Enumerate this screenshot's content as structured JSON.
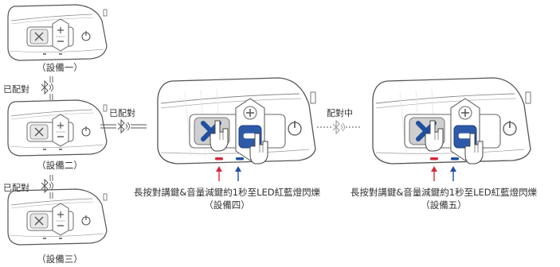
{
  "small_devices": [
    {
      "caption": "（設備一）"
    },
    {
      "caption": "（設備二）"
    },
    {
      "caption": "（設備三）"
    }
  ],
  "vertical_links": [
    {
      "label": "已配對"
    },
    {
      "label": "已配對"
    }
  ],
  "paired_link_label": "已配對",
  "pairing_link_label": "配對中",
  "large_devices": [
    {
      "instruction": "長按對講鍵&音量減鍵約1秒至LED紅藍燈閃爍",
      "caption": "（設備四）"
    },
    {
      "instruction": "長按對講鍵&音量減鍵約1秒至LED紅藍燈閃爍",
      "caption": "（設備五）"
    }
  ],
  "colors": {
    "outline": "#555555",
    "button_gray": "#cfcfcf",
    "x_blue": "#1f4fa0",
    "minus_blue": "#2d5aa8",
    "red_led": "#d42a3a",
    "blue_led": "#1f4fa0"
  },
  "icons": [
    "x-icon",
    "plus-icon",
    "minus-icon",
    "power-icon",
    "hand-icon",
    "bluetooth-icon",
    "arrow-up-icon"
  ]
}
